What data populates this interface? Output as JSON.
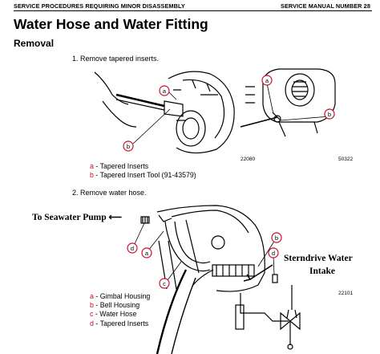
{
  "header": {
    "left": "SERVICE PROCEDURES REQUIRING MINOR DISASSEMBLY",
    "right": "SERVICE MANUAL NUMBER 28"
  },
  "title": "Water Hose and Water Fitting",
  "section": "Removal",
  "steps": [
    {
      "text": "1.   Remove tapered inserts."
    },
    {
      "text": "2.   Remove water hose."
    }
  ],
  "legend1": {
    "a": {
      "key": "a",
      "text": " - Tapered Inserts"
    },
    "b": {
      "key": "b",
      "text": " - Tapered Insert Tool (91-43579)"
    }
  },
  "legend2": {
    "a": {
      "key": "a",
      "text": " - Gimbal Housing"
    },
    "b": {
      "key": "b",
      "text": " - Bell Housing"
    },
    "c": {
      "key": "c",
      "text": " - Water Hose"
    },
    "d": {
      "key": "d",
      "text": " - Tapered Inserts"
    }
  },
  "figures": {
    "fig1": "22080",
    "fig2": "50322",
    "fig3": "22101"
  },
  "callouts": {
    "a": "a",
    "b": "b",
    "c": "c",
    "d": "d"
  },
  "annotations": {
    "pump": "To Seawater Pump",
    "arrow": "⟵",
    "intake_line1": "Sterndrive Water",
    "intake_line2": "Intake"
  },
  "colors": {
    "callout_ring": "#c8102e",
    "legend_key": "#c8102e"
  }
}
